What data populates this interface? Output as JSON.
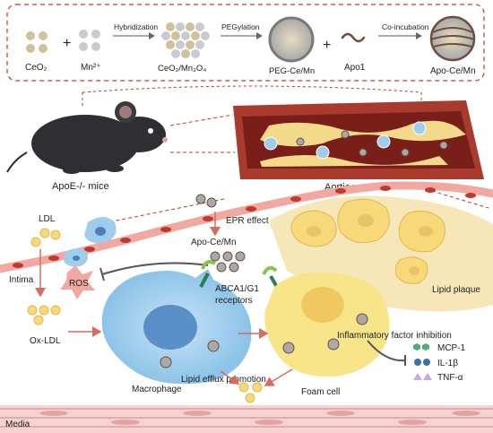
{
  "synthesis": {
    "ceo2": "CeO₂",
    "mn": "Mn²⁺",
    "hybridization": "Hybridization",
    "ceo2_mn3o4": "CeO₂/Mn₃O₄",
    "pegylation": "PEGylation",
    "peg_cemn": "PEG-Ce/Mn",
    "apo1": "Apo1",
    "coincubation": "Co-incubation",
    "apo_cemn": "Apo-Ce/Mn",
    "plus": "+"
  },
  "overview": {
    "mice": "ApoE-/-  mice",
    "vessel": "Aortic vessel"
  },
  "mechanism": {
    "epr": "EPR effect",
    "apo_cemn": "Apo-Ce/Mn",
    "ldl": "LDL",
    "intima": "Intima",
    "ros": "ROS",
    "abca1": "ABCA1/G1",
    "receptors": "receptors",
    "lipid_plaque": "Lipid plaque",
    "ox_ldl": "Ox-LDL",
    "inflammatory": "Inflammatory factor inhibition",
    "mcp1": "MCP-1",
    "il1b": "IL-1β",
    "tnfa": "TNF-α",
    "lipid_efflux": "Lipid efflux promotion",
    "macrophage": "Macrophage",
    "foam_cell": "Foam cell",
    "media": "Media"
  },
  "colors": {
    "ceo2": "#cfc29a",
    "mn": "#c9cbd0",
    "vessel_wall": "#a83a2e",
    "plaque": "#f3d98a",
    "macrophage": "#9fcdec",
    "foam_cell": "#f8e58a",
    "ros": "#f1a8a3",
    "media": "#f2c4c4",
    "mcp1": "#4caf7a",
    "il1b": "#3b6fb6",
    "tnfa": "#c9a8e0"
  }
}
